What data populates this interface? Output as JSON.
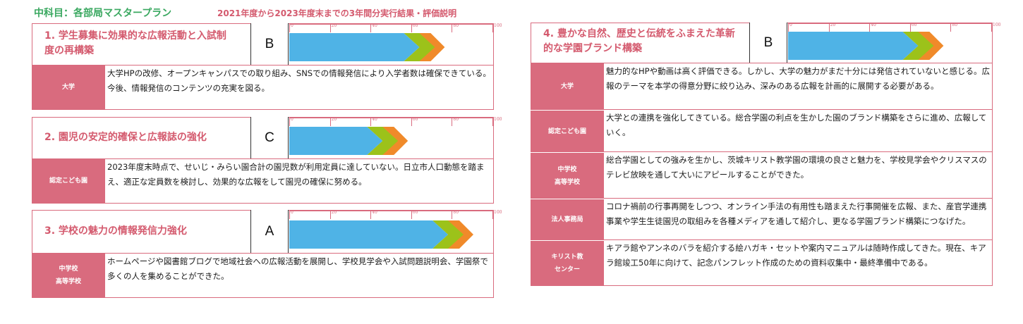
{
  "header": {
    "title": "中科目：各部局マスタープラン",
    "subtitle": "2021年度から2023年度末までの3年間分実行結果・評価説明"
  },
  "scale_labels": [
    "0",
    "20",
    "40",
    "60",
    "80",
    "100"
  ],
  "colors": {
    "accent": "#d96b7e",
    "bar_blue": "#4fb3e6",
    "bar_green": "#9cc21a",
    "bar_orange": "#f08a2a"
  },
  "cards": [
    {
      "title_line1": "1.  学生募集に効果的な広報活動と入試制",
      "title_line2": "度の再構築",
      "grade": "B",
      "progress": 0.76,
      "rows": [
        {
          "org1": "大学",
          "org2": "",
          "text": "大学HPの改修、オープンキャンパスでの取り組み、SNSでの情報発信により入学者数は確保できている。今後、情報発信のコンテンツの充実を図る。"
        }
      ]
    },
    {
      "title_line1": "2.  園児の安定的確保と広報誌の強化",
      "title_line2": "",
      "grade": "C",
      "progress": 0.58,
      "rows": [
        {
          "org1": "認定こども園",
          "org2": "",
          "text": "2023年度末時点で、せいじ・みらい園合計の園児数が利用定員に達していない。日立市人口動態を踏まえ、適正な定員数を検討し、効果的な広報をして園児の確保に努める。"
        }
      ]
    },
    {
      "title_line1": "3.  学校の魅力の情報発信力強化",
      "title_line2": "",
      "grade": "A",
      "progress": 0.9,
      "rows": [
        {
          "org1": "中学校",
          "org2": "高等学校",
          "text": "ホームページや図書館ブログで地域社会への広報活動を展開し、学校見学会や入試問題説明会、学園祭で多くの人を集めることができた。"
        }
      ]
    },
    {
      "title_line1": "4.  豊かな自然、歴史と伝統をふまえた革新",
      "title_line2": "的な学園ブランド構築",
      "grade": "B",
      "progress": 0.76,
      "rows": [
        {
          "org1": "大学",
          "org2": "",
          "text": "魅力的なHPや動画は高く評価できる。しかし、大学の魅力がまだ十分には発信されていないと感じる。広報のテーマを本学の得意分野に絞り込み、深みのある広報を計画的に展開する必要がある。"
        },
        {
          "org1": "認定こども園",
          "org2": "",
          "text": "大学との連携を強化してきている。総合学園の利点を生かした園のブランド構築をさらに進め、広報していく。"
        },
        {
          "org1": "中学校",
          "org2": "高等学校",
          "text": "総合学園としての強みを生かし、茨城キリスト教学園の環境の良さと魅力を、学校見学会やクリスマスのテレビ放映を通して大いにアピールすることができた。"
        },
        {
          "org1": "法人事務局",
          "org2": "",
          "text": "コロナ禍前の行事再開をしつつ、オンライン手法の有用性も踏まえた行事開催を広報、また、産官学連携事業や学生生徒園児の取組みを各種メディアを通して紹介し、更なる学園ブランド構築につなげた。"
        },
        {
          "org1": "キリスト教",
          "org2": "センター",
          "text": "キアラ館やアンネのバラを紹介する絵ハガキ・セットや案内マニュアルは随時作成してきた。現在、キアラ館竣工50年に向けて、記念パンフレット作成のための資料収集中・最終準備中である。"
        }
      ]
    }
  ]
}
